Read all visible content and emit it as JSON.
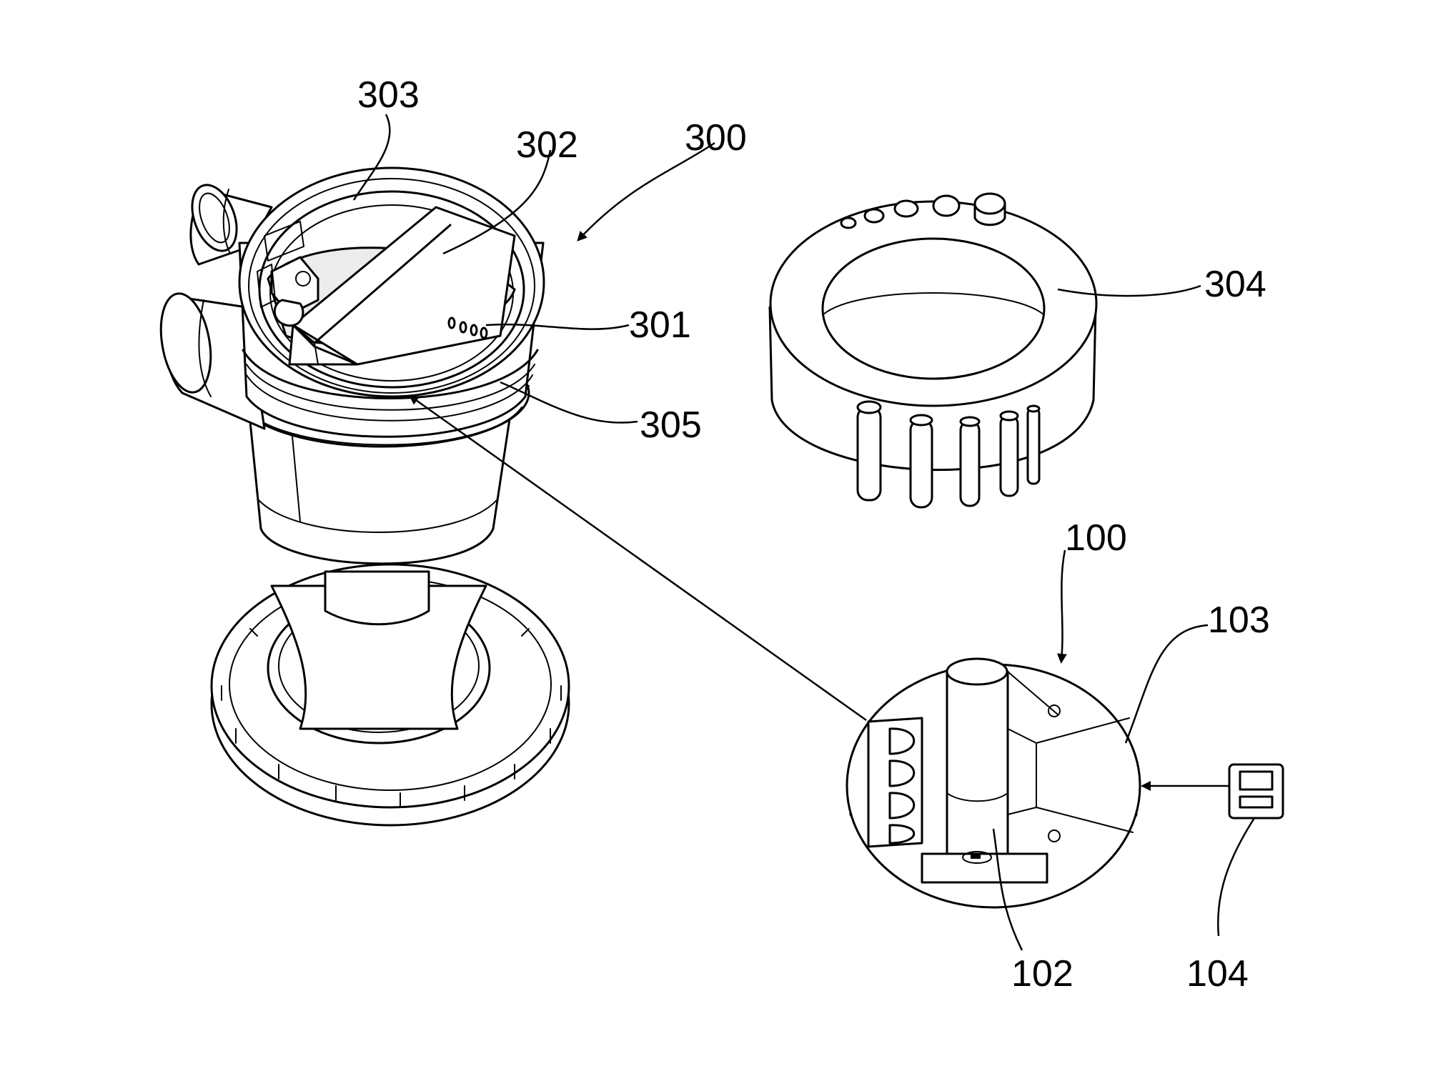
{
  "labels": {
    "l300": "300",
    "l301": "301",
    "l302": "302",
    "l303": "303",
    "l304": "304",
    "l305": "305",
    "l100": "100",
    "l102": "102",
    "l103": "103",
    "l104": "104"
  },
  "colors": {
    "ink": "#000000",
    "paper": "#ffffff"
  }
}
